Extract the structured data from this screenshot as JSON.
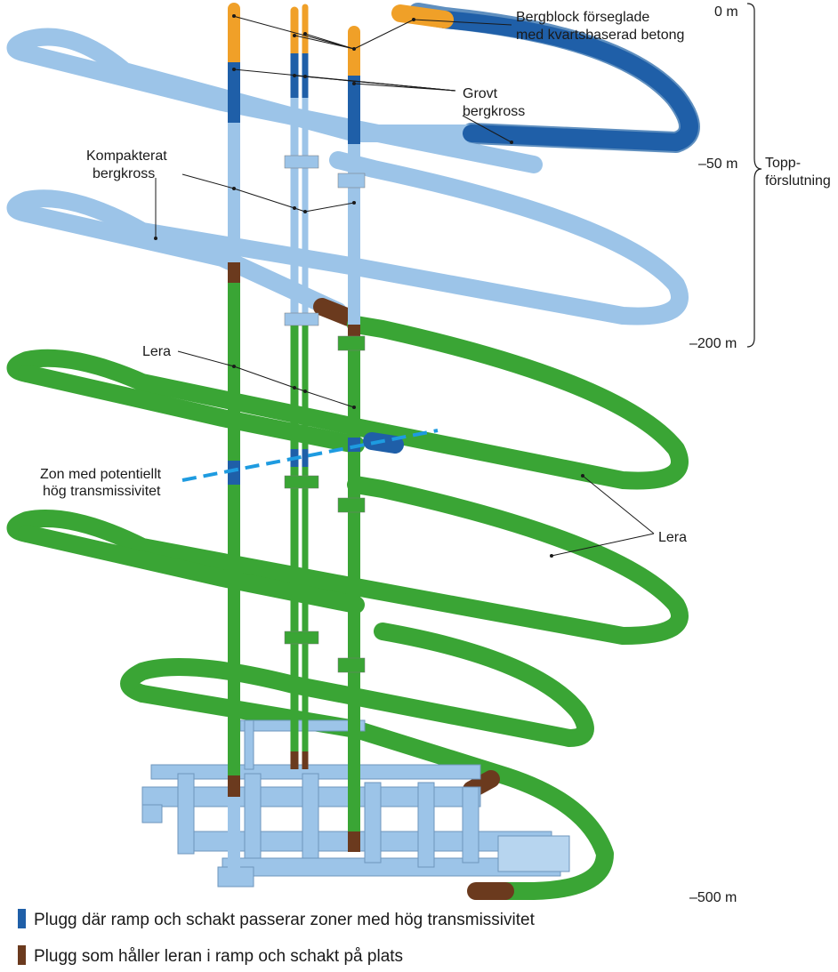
{
  "labels": {
    "bergblock_line1": "Bergblock förseglade",
    "bergblock_line2": "med kvartsbaserad betong",
    "grovt_line1": "Grovt",
    "grovt_line2": "bergkross",
    "kompakterat_line1": "Kompakterat",
    "kompakterat_line2": "bergkross",
    "lera_upper": "Lera",
    "lera_right": "Lera",
    "zon_line1": "Zon med potentiellt",
    "zon_line2": "hög transmissivitet"
  },
  "depth_scale": {
    "ticks": [
      "0 m",
      "–50 m",
      "–200 m",
      "–500 m"
    ],
    "bracket_label_line1": "Topp-",
    "bracket_label_line2": "förslutning"
  },
  "legend": [
    {
      "text": "Plugg där ramp och schakt passerar zoner med hög transmissivitet",
      "color": "#1f5fa8"
    },
    {
      "text": "Plugg som håller leran i ramp och schakt på plats",
      "color": "#6b3a1e"
    }
  ],
  "colors": {
    "crushed_rock": "#9cc4e8",
    "clay": "#3aa535",
    "concrete_orange": "#f0a028",
    "plug_blue": "#1f5fa8",
    "plug_brown": "#6b3a1e",
    "zone_dash": "#1e9be0"
  }
}
